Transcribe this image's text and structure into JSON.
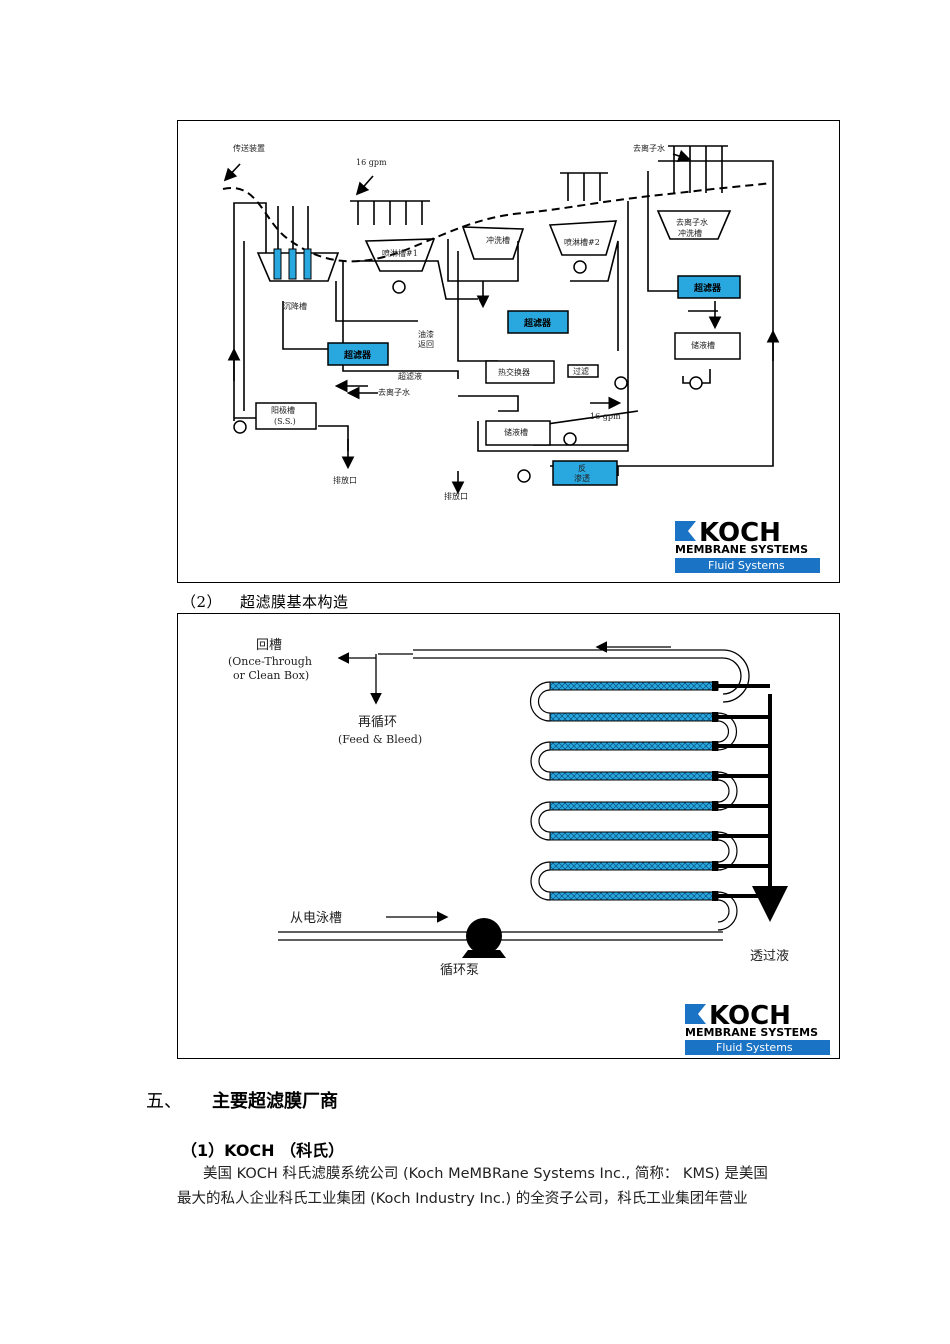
{
  "figure1": {
    "labels": {
      "conveyor": "传送装置",
      "flow1": "16 gpm",
      "di_water_top": "去离子水",
      "spray1": "喷淋槽#1",
      "rinse": "冲洗槽",
      "spray2": "喷淋槽#2",
      "di_rinse_1": "去离子水",
      "di_rinse_2": "冲洗槽",
      "settling": "沉降槽",
      "uf_right": "超滤器",
      "uf_mid": "超滤器",
      "uf_left": "超滤器",
      "storage_right": "储液槽",
      "oil_return_1": "油漆",
      "oil_return_2": "返回",
      "heat_exchanger": "热交换器",
      "filter": "过滤",
      "permeate": "超滤液",
      "di_water_left": "去离子水",
      "anode_1": "阳极槽",
      "anode_2": "(S.S.)",
      "flow2": "16 gpm",
      "storage_bottom": "储液槽",
      "ro_1": "反",
      "ro_2": "渗透",
      "drain_left": "排放口",
      "drain_bottom": "排放口"
    },
    "logo": {
      "brand": "KOCH",
      "line1": "MEMBRANE SYSTEMS",
      "line2": "Fluid Systems"
    }
  },
  "caption": {
    "number": "（2）",
    "text": "超滤膜基本构造"
  },
  "figure2": {
    "labels": {
      "return_tank": "回槽",
      "once_through": "(Once-Through",
      "clean_box": "or Clean Box)",
      "recirc": "再循环",
      "feed_bleed": "(Feed & Bleed)",
      "from_tank": "从电泳槽",
      "pump": "循环泵",
      "permeate": "透过液"
    },
    "logo": {
      "brand": "KOCH",
      "line1": "MEMBRANE SYSTEMS",
      "line2": "Fluid Systems"
    }
  },
  "section": {
    "number": "五、",
    "title": "主要超滤膜厂商"
  },
  "subsection": {
    "title": "（1）KOCH （科氏）"
  },
  "paragraph": {
    "line1": "美国 KOCH 科氏滤膜系统公司 (Koch MeMBRane Systems Inc., 简称： KMS) 是美国",
    "line2": "最大的私人企业科氏工业集团 (Koch Industry Inc.) 的全资子公司，科氏工业集团年营业"
  },
  "colors": {
    "accent_blue": "#29a8e0",
    "logo_blue": "#1a73c4",
    "line": "#000000"
  }
}
